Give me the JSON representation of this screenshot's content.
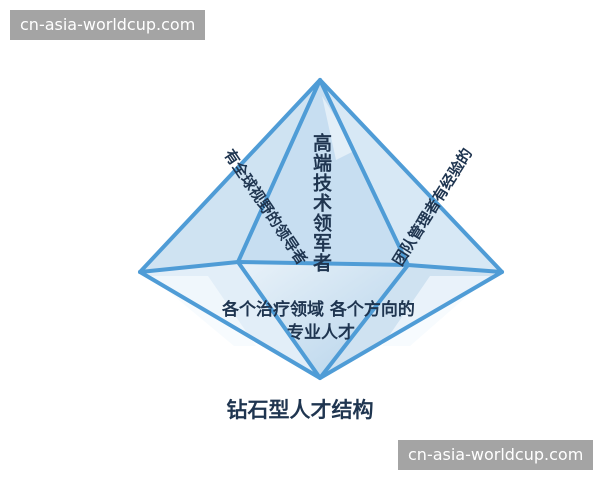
{
  "watermarks": {
    "top": "cn-asia-worldcup.com",
    "bottom": "cn-asia-worldcup.com"
  },
  "diagram": {
    "center_label": "高端技术领军者",
    "left_label": "有全球视野的领导者",
    "right_label": "团队管理者有经验的",
    "bottom_line1": "各个治疗领域 各个方向的",
    "bottom_line2": "专业人才",
    "caption": "钻石型人才结构"
  },
  "colors": {
    "crystal_fill": "#cfe3f2",
    "crystal_shade": "#a9cbe6",
    "edge": "#4f9cd6",
    "text": "#1f3550",
    "watermark_bg": "#a4a4a4"
  }
}
